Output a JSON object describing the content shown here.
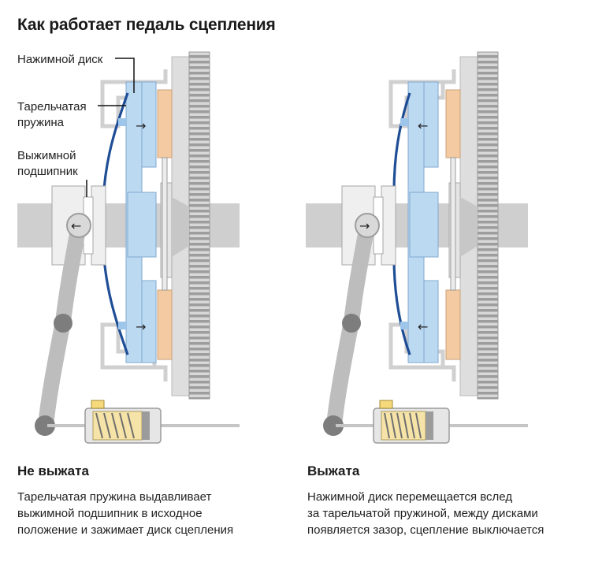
{
  "title": "Как работает педаль сцепления",
  "labels": {
    "pressure_plate": "Нажимной диск",
    "diaphragm_spring_1": "Тарельчатая",
    "diaphragm_spring_2": "пружина",
    "release_bearing_1": "Выжимной",
    "release_bearing_2": "подшипник"
  },
  "arrows": {
    "left": "←",
    "right": "→"
  },
  "states": [
    {
      "heading": "Не выжата",
      "lines": [
        "Тарельчатая пружина выдавливает",
        "выжимной подшипник в исходное",
        "положение и зажимает диск сцепления"
      ]
    },
    {
      "heading": "Выжата",
      "lines": [
        "Нажимной диск перемещается вслед",
        "за тарельчатой пружиной, между дисками",
        "появляется зазор, сцепление выключается"
      ]
    }
  ],
  "colors": {
    "plate_blue": "#bcd9f2",
    "spring_blue": "#1f4e96",
    "friction_orange": "#f3caa1",
    "frame_gray": "#d5d5d5",
    "shaft_gray": "#cfcfcf",
    "lever_gray": "#bdbdbd",
    "spring_yellow": "#f5e3a8"
  }
}
